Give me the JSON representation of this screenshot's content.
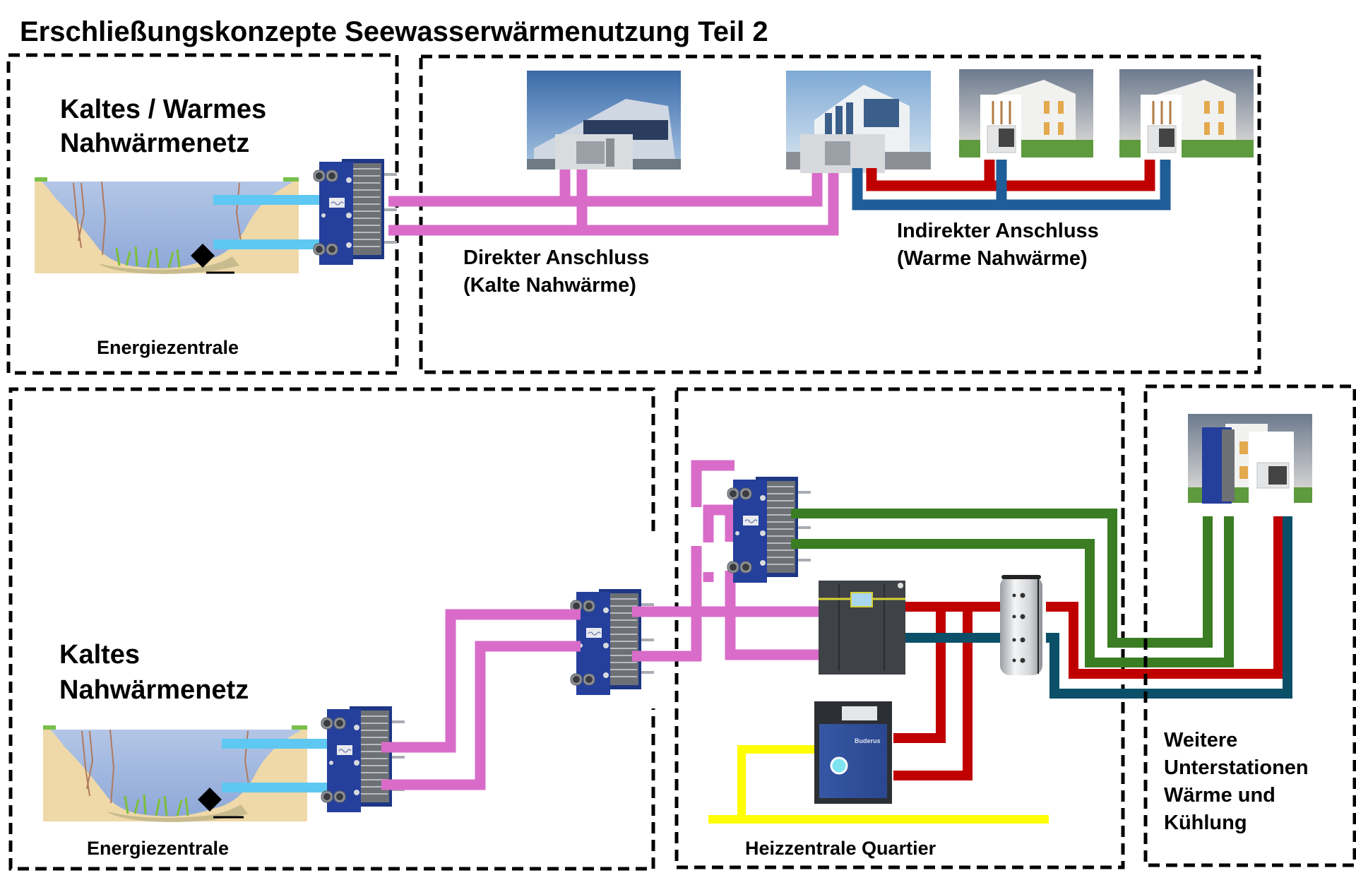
{
  "title": "Erschließungskonzepte Seewasserwärmenutzung Teil 2",
  "colors": {
    "kalt_pipe": "#d96cc8",
    "lake_pipe": "#5ec8f2",
    "supply_red": "#c00000",
    "return_blue_top": "#1f5d99",
    "return_blue_bottom": "#0b5068",
    "green": "#3a7d22",
    "gas_yellow": "#ffff00",
    "heat_exchanger": "#243f9a",
    "lake_water": "#9fb6df",
    "lake_soil": "#efd9a8",
    "frame": "#000000"
  },
  "top_left": {
    "heading_line1": "Kaltes / Warmes",
    "heading_line2": "Nahwärmenetz",
    "caption": "Energiezentrale"
  },
  "top_right": {
    "direct_label_line1": "Direkter Anschluss",
    "direct_label_line2": "(Kalte Nahwärme)",
    "indirect_label_line1": "Indirekter Anschluss",
    "indirect_label_line2": "(Warme Nahwärme)",
    "buildings": [
      {
        "type": "office-building-with-heat-pump"
      },
      {
        "type": "office-building-with-heat-pump"
      },
      {
        "type": "residential-house-with-substation"
      },
      {
        "type": "residential-house-with-substation"
      }
    ]
  },
  "bottom_left": {
    "heading_line1": "Kaltes",
    "heading_line2": "Nahwärmenetz",
    "caption": "Energiezentrale"
  },
  "heizzentrale": {
    "caption": "Heizzentrale Quartier",
    "boiler_brand": "Buderus",
    "components": [
      "heat-exchanger",
      "heat-pump-unit",
      "buffer-tank",
      "gas-boiler"
    ]
  },
  "right_panel": {
    "label_line1": "Weitere",
    "label_line2": "Unterstationen",
    "label_line3": "Wärme und",
    "label_line4": "Kühlung"
  }
}
